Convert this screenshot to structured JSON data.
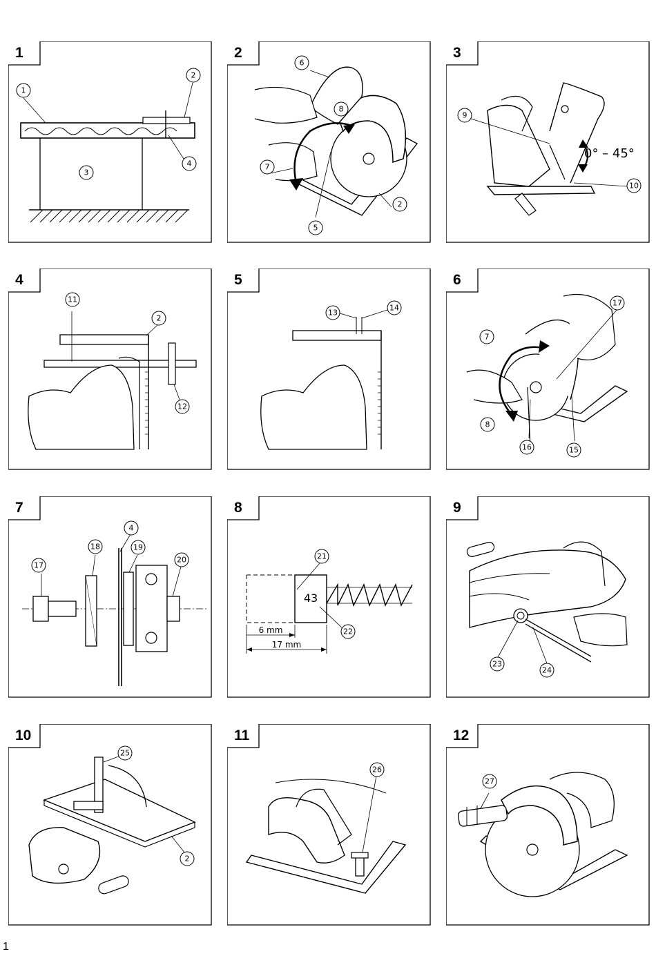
{
  "panels": [
    {
      "number": "1",
      "callouts": [
        "1",
        "2",
        "3",
        "4"
      ]
    },
    {
      "number": "2",
      "callouts": [
        "6",
        "8",
        "7",
        "5",
        "2"
      ]
    },
    {
      "number": "3",
      "callouts": [
        "9",
        "10"
      ],
      "angle_label": "0° – 45°"
    },
    {
      "number": "4",
      "callouts": [
        "11",
        "2",
        "12"
      ]
    },
    {
      "number": "5",
      "callouts": [
        "13",
        "14"
      ]
    },
    {
      "number": "6",
      "callouts": [
        "7",
        "17",
        "8",
        "16",
        "15"
      ]
    },
    {
      "number": "7",
      "callouts": [
        "17",
        "18",
        "4",
        "19",
        "20"
      ]
    },
    {
      "number": "8",
      "callouts": [
        "21",
        "22"
      ],
      "blade_value": "43",
      "dim_small": "6 mm",
      "dim_large": "17 mm"
    },
    {
      "number": "9",
      "callouts": [
        "23",
        "24"
      ]
    },
    {
      "number": "10",
      "callouts": [
        "25",
        "2"
      ]
    },
    {
      "number": "11",
      "callouts": [
        "26"
      ]
    },
    {
      "number": "12",
      "callouts": [
        "27"
      ]
    }
  ],
  "page_number": "1"
}
